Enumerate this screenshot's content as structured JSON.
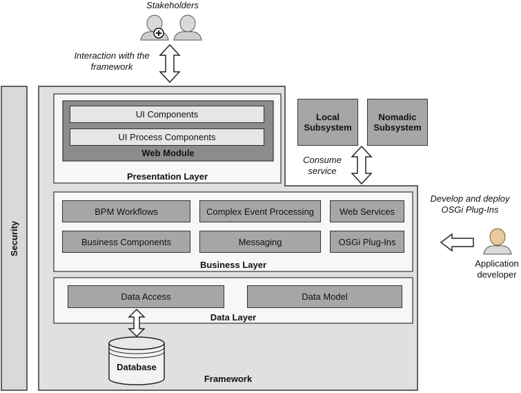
{
  "stakeholders": "Stakeholders",
  "interaction_label": "Interaction with the framework",
  "security": "Security",
  "framework": "Framework",
  "presentation": {
    "ui_components": "UI Components",
    "ui_process_components": "UI Process Components",
    "web_module": "Web Module",
    "title": "Presentation Layer"
  },
  "local_subsystem": "Local Subsystem",
  "nomadic_subsystem": "Nomadic Subsystem",
  "consume_service": "Consume service",
  "business": {
    "bpm_workflows": "BPM Workflows",
    "complex_event_processing": "Complex Event Processing",
    "web_services": "Web Services",
    "business_components": "Business Components",
    "messaging": "Messaging",
    "osgi_plugins": "OSGi Plug-Ins",
    "title": "Business Layer"
  },
  "data": {
    "data_access": "Data Access",
    "data_model": "Data Model",
    "title": "Data Layer"
  },
  "database": "Database",
  "develop_label": "Develop and deploy OSGi Plug-Ins",
  "app_developer": "Application developer",
  "colors": {
    "dark_box": "#a6a6a6",
    "light_box": "#e6e6e6",
    "framework_bg": "#e0e0e0"
  }
}
